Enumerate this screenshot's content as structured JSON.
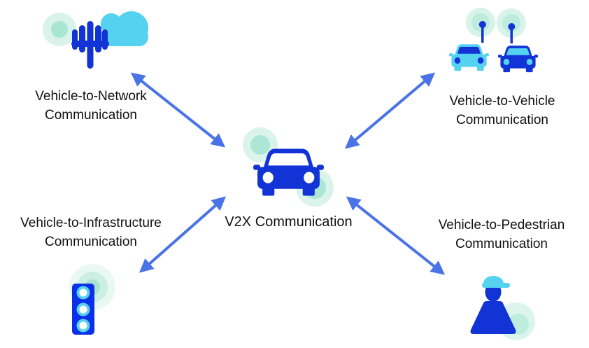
{
  "diagram_title": "V2X Communication",
  "center": {
    "label": "V2X Communication",
    "icon": "car-icon"
  },
  "nodes": [
    {
      "id": "v2n",
      "position": "top-left",
      "icon": "cell-tower-cloud-icon",
      "label_line1": "Vehicle-to-Network",
      "label_line2": "Communication"
    },
    {
      "id": "v2v",
      "position": "top-right",
      "icon": "connected-cars-icon",
      "label_line1": "Vehicle-to-Vehicle",
      "label_line2": "Communication"
    },
    {
      "id": "v2i",
      "position": "bottom-left",
      "icon": "traffic-light-icon",
      "label_line1": "Vehicle-to-Infrastructure",
      "label_line2": "Communication"
    },
    {
      "id": "v2p",
      "position": "bottom-right",
      "icon": "pedestrian-icon",
      "label_line1": "Vehicle-to-Pedestrian",
      "label_line2": "Communication"
    }
  ],
  "colors": {
    "arrow_blue": "#4a73e8",
    "icon_blue": "#1233d6",
    "signal_blue": "#0a2fe8",
    "icon_cyan": "#55d2f0",
    "glow_teal_outer": "#daf3ea",
    "glow_teal_inner": "#abe6d3",
    "text": "#111111",
    "background": "#ffffff"
  }
}
